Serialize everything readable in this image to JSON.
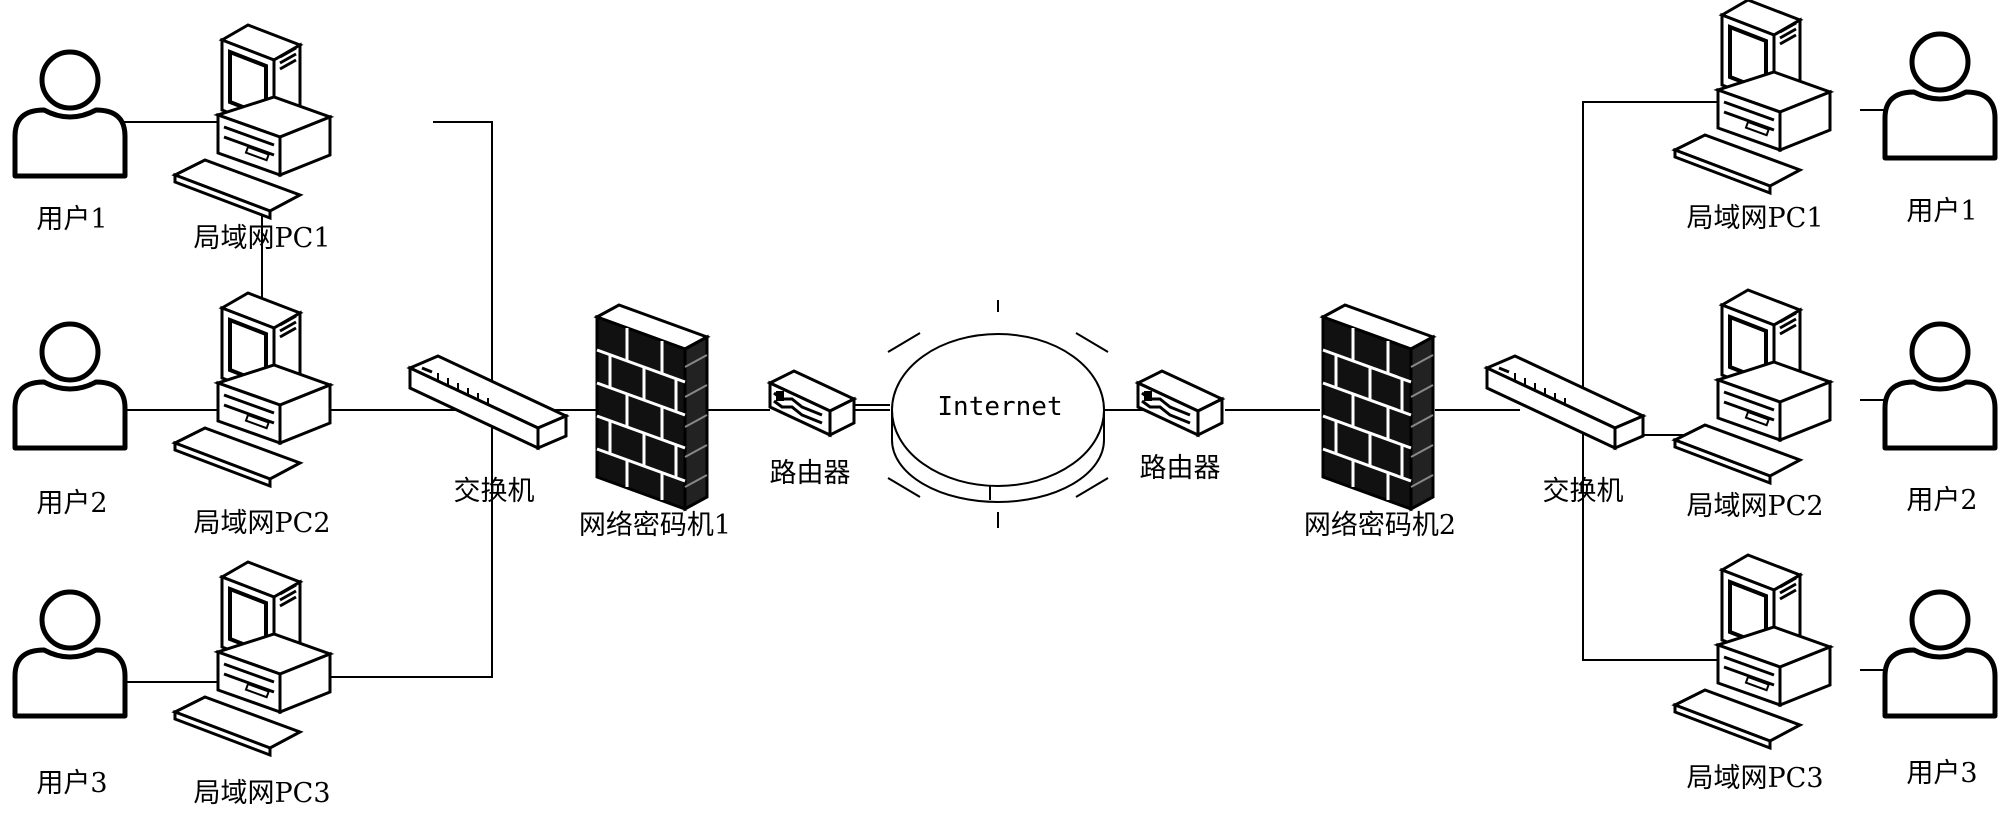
{
  "left": {
    "users": [
      "用户1",
      "用户2",
      "用户3"
    ],
    "pcs": [
      "局域网PC1",
      "局域网PC2",
      "局域网PC3"
    ],
    "switch": "交换机",
    "encryptor": "网络密码机1",
    "router": "路由器"
  },
  "internet": "Internet",
  "right": {
    "users": [
      "用户1",
      "用户2",
      "用户3"
    ],
    "pcs": [
      "局域网PC1",
      "局域网PC2",
      "局域网PC3"
    ],
    "switch": "交换机",
    "encryptor": "网络密码机2",
    "router": "路由器"
  }
}
